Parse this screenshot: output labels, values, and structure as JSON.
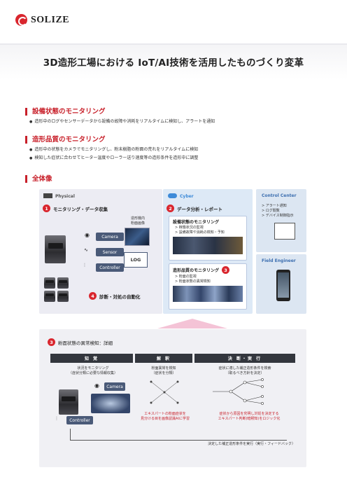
{
  "brand": {
    "name": "SOLIZE",
    "color": "#d9262e"
  },
  "title": "3D造形工場における IoT/AI技術を活用したものづくり変革",
  "sections": {
    "s1": {
      "heading": "設備状態のモニタリング",
      "bullets": [
        "造形中のログやセンサーデータから設備の故障や消耗をリアルタイムに検知し、アラートを通知"
      ]
    },
    "s2": {
      "heading": "造形品質のモニタリング",
      "bullets": [
        "造形中の状態をカメラでモニタリングし、粉末樹脂の粉面の荒れをリアルタイムに検知",
        "検知した症状に合わせてヒーター温度やローラー送り速度等の造形条件を造形中に調整"
      ]
    },
    "s3": {
      "heading": "全体像"
    }
  },
  "overview": {
    "physical": {
      "label": "Physical",
      "step1": "モニタリング・データ収集",
      "inside": "造形機内\n粉面画像",
      "camera": "Camera",
      "sensor": "Sensor",
      "controller": "Controller",
      "log": "LOG",
      "step4": "診断・対処の自動化"
    },
    "cyber": {
      "label": "Cyber",
      "step2": "データ分析・レポート",
      "box1": {
        "title": "設備状態のモニタリング",
        "items": [
          "> 稼働状況の監視",
          "> 設備故障や消耗の検知・予知"
        ]
      },
      "box2": {
        "title": "造形品質のモニタリング",
        "items": [
          "> 粉面の監視",
          "> 粉面状態の異常検知"
        ]
      }
    },
    "control_center": {
      "title": "Control Center",
      "items": [
        "> アラート通知",
        "> ログ閲覧",
        "> デバイス制御指示"
      ]
    },
    "field_engineer": {
      "title": "Field Engineer"
    },
    "nums": {
      "n1": "1",
      "n2": "2",
      "n3": "3",
      "n4": "4"
    }
  },
  "detail": {
    "heading": "粉面状態の異常検知：詳細",
    "num": "3",
    "phases": [
      "知 覚",
      "解 釈",
      "決 断・実 行"
    ],
    "perceive": {
      "text": "状況をモニタリング\n（症状分類に必要な情報収集）",
      "camera": "Camera",
      "controller": "Controller"
    },
    "interpret": {
      "text": "粉面異常を検知\n（症状を分類）",
      "caption": "エキスパートの粉面症状を\n見分ける目を画像認識AIに学習"
    },
    "decide": {
      "text": "症状に適した補正造形条件を検索\n（取るべき方針を決定）",
      "caption": "症状から原因を究明し対処を決定する\nエキスパート判断(暗黙知)をロジック化"
    },
    "feedback": "決定した補正造形条件を実行（実行・フィードバック）"
  }
}
